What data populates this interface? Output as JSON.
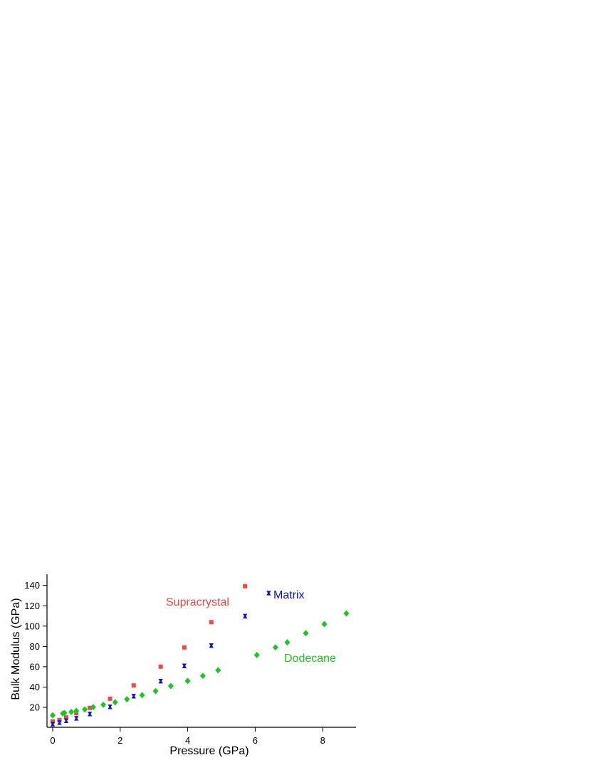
{
  "chart_data": {
    "type": "scatter",
    "xlabel": "Pressure (GPa)",
    "ylabel": "Bulk Modulus (GPa)",
    "xlim": [
      -0.1,
      9.1
    ],
    "ylim": [
      2,
      150
    ],
    "xticks": [
      0,
      2,
      4,
      6,
      8
    ],
    "yticks": [
      20,
      40,
      60,
      80,
      100,
      120,
      140
    ],
    "grid": false,
    "legend": "inline labels",
    "series": [
      {
        "name": "Supracrystal",
        "color": "#f04848",
        "marker": "square",
        "points": [
          [
            0.0,
            6.2
          ],
          [
            0.2,
            7.6
          ],
          [
            0.4,
            10.1
          ],
          [
            0.7,
            14.2
          ],
          [
            1.1,
            19.5
          ],
          [
            1.7,
            28.5
          ],
          [
            2.4,
            41.6
          ],
          [
            3.2,
            60.1
          ],
          [
            3.9,
            79.0
          ],
          [
            4.7,
            103.9
          ],
          [
            5.7,
            139.3
          ]
        ]
      },
      {
        "name": "Matrix",
        "color": "#0a14c8",
        "marker": "bowtie",
        "points": [
          [
            0.0,
            3.5
          ],
          [
            0.2,
            5.0
          ],
          [
            0.4,
            6.8
          ],
          [
            0.7,
            9.2
          ],
          [
            1.1,
            13.5
          ],
          [
            1.7,
            20.5
          ],
          [
            2.4,
            31.0
          ],
          [
            3.2,
            45.8
          ],
          [
            3.9,
            60.8
          ],
          [
            4.7,
            80.8
          ],
          [
            5.7,
            109.8
          ],
          [
            6.4,
            132.5
          ]
        ]
      },
      {
        "name": "Dodecane",
        "color": "#19c81e",
        "marker": "diamond",
        "points": [
          [
            0.0,
            12.2
          ],
          [
            0.3,
            14.0
          ],
          [
            0.35,
            14.5
          ],
          [
            0.55,
            15.5
          ],
          [
            0.7,
            16.5
          ],
          [
            0.95,
            18.0
          ],
          [
            1.2,
            20.2
          ],
          [
            1.5,
            22.5
          ],
          [
            1.85,
            25.0
          ],
          [
            2.2,
            28.0
          ],
          [
            2.65,
            32.0
          ],
          [
            3.05,
            36.0
          ],
          [
            3.5,
            41.0
          ],
          [
            4.0,
            46.0
          ],
          [
            4.45,
            51.0
          ],
          [
            4.9,
            56.5
          ],
          [
            6.05,
            71.5
          ],
          [
            6.6,
            79.0
          ],
          [
            6.95,
            84.0
          ],
          [
            7.5,
            93.0
          ],
          [
            8.05,
            102.0
          ],
          [
            8.7,
            112.5
          ]
        ]
      }
    ]
  }
}
